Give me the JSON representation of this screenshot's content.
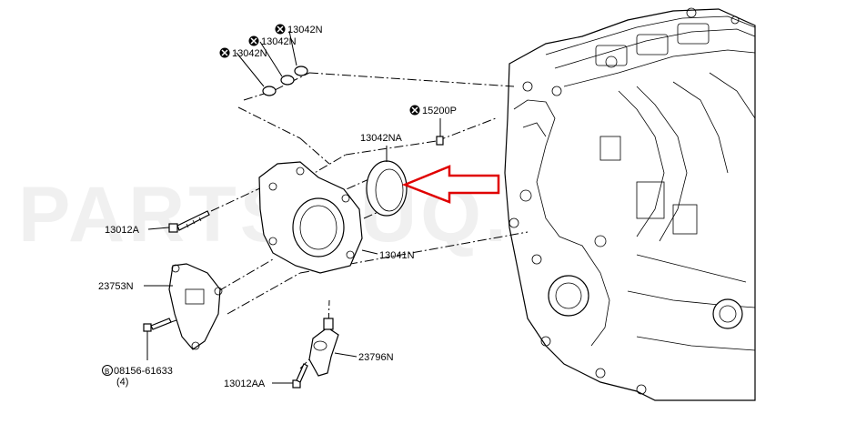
{
  "watermark": "PARTSOUQ.COM",
  "labels": {
    "p13042n_1": "13042N",
    "p13042n_2": "13042N",
    "p13042n_3": "13042N",
    "p15200p": "15200P",
    "p13042na": "13042NA",
    "p13012a": "13012A",
    "p13041n": "13041N",
    "p23753n": "23753N",
    "p23796n": "23796N",
    "p08156": "08156-61633",
    "p08156_qty": "(4)",
    "p13012aa": "13012AA"
  },
  "colors": {
    "highlight": "#e00000",
    "line": "#000000"
  },
  "icons": {
    "not_sold_separately": "crossed-circle-icon",
    "bolt_prefix": "circle-b-icon"
  }
}
